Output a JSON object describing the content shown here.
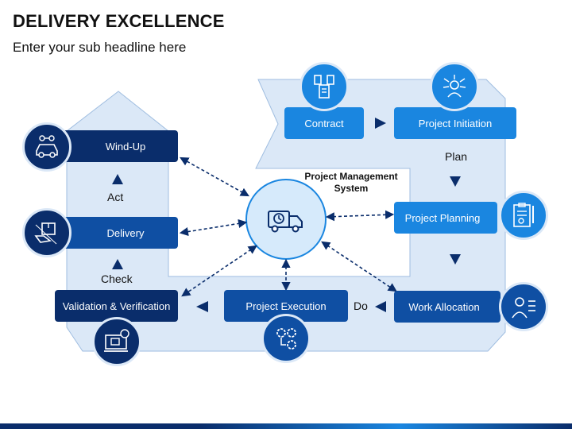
{
  "header": {
    "title": "DELIVERY EXCELLENCE",
    "subtitle": "Enter your sub headline here"
  },
  "center": {
    "title": "Project Management System"
  },
  "steps": {
    "contract": "Contract",
    "initiation": "Project Initiation",
    "planning": "Project Planning",
    "allocation": "Work Allocation",
    "execution": "Project Execution",
    "validation": "Validation & Verification",
    "delivery": "Delivery",
    "windup": "Wind-Up"
  },
  "phases": {
    "plan": "Plan",
    "do": "Do",
    "check": "Check",
    "act": "Act"
  },
  "colors": {
    "dark_blue": "#0a2d6b",
    "mid_blue": "#0f4fa3",
    "light_blue": "#1a86e0",
    "path_fill": "#dbe8f7"
  },
  "icons": [
    "contract-icon",
    "initiation-icon",
    "planning-icon",
    "allocation-icon",
    "execution-icon",
    "validation-icon",
    "delivery-icon",
    "windup-icon",
    "truck-clock-icon"
  ]
}
